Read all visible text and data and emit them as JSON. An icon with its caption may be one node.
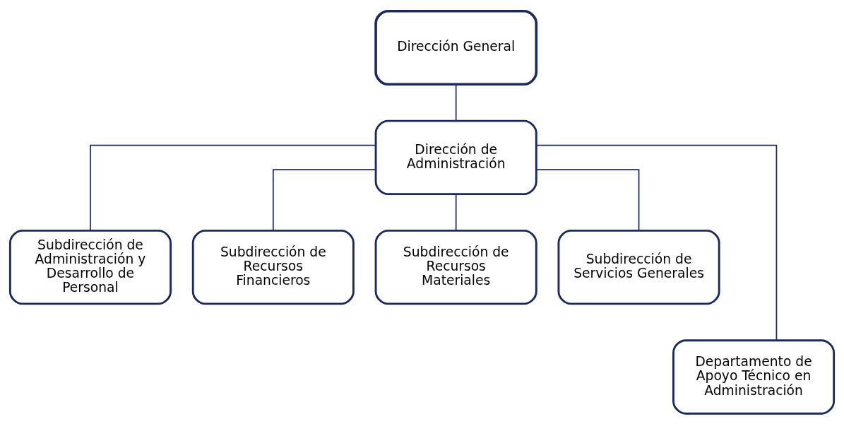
{
  "diagram": {
    "nodes": [
      {
        "text": [
          "Dirección General"
        ]
      },
      {
        "text": [
          "Dirección de Administración"
        ]
      },
      {
        "text": [
          "Subdirección de Administración y Desarrollo de Personal"
        ]
      },
      {
        "text": [
          "Subdirección de Recursos Financieros"
        ]
      },
      {
        "text": [
          "Subdirección de Recursos Materiales"
        ]
      },
      {
        "text": [
          "Subdirección de Servicios Generales"
        ]
      },
      {
        "text": [
          "Departamento de Apoyo Técnico en Administración"
        ]
      }
    ],
    "edges": [
      {
        "from": 0,
        "to": 1,
        "arrow": "none"
      },
      {
        "from": 1,
        "to": 2,
        "arrow": "none"
      },
      {
        "from": 1,
        "to": 3,
        "arrow": "none"
      },
      {
        "from": 1,
        "to": 4,
        "arrow": "none"
      },
      {
        "from": 1,
        "to": 5,
        "arrow": "none"
      },
      {
        "from": 1,
        "to": 6,
        "arrow": "none"
      }
    ]
  }
}
